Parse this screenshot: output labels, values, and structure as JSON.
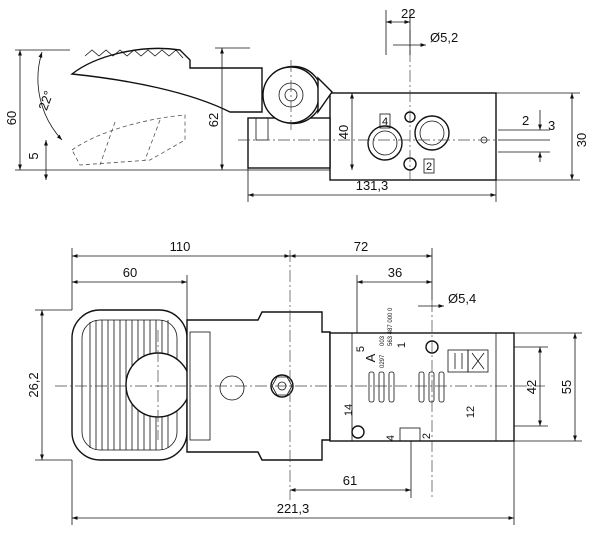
{
  "top_view": {
    "dims": {
      "width_22": "22",
      "hole_dia_52": "Ø5,2",
      "height_60": "60",
      "angle_22": "22°",
      "stroke_5": "5",
      "height_62": "62",
      "height_40": "40",
      "offset_2": "2",
      "offset_3": "3",
      "height_30": "30",
      "length_1313": "131,3"
    },
    "port_labels": [
      "4",
      "2"
    ]
  },
  "bottom_view": {
    "dims": {
      "width_110": "110",
      "width_72": "72",
      "width_60": "60",
      "width_36": "36",
      "hole_dia_54": "Ø5,4",
      "height_262": "26,2",
      "height_42": "42",
      "height_55": "55",
      "length_61": "61",
      "length_2213": "221,3"
    },
    "port_labels": [
      "5",
      "1",
      "14",
      "12",
      "4",
      "2"
    ],
    "valve_letter": "A",
    "product_codes": [
      "003",
      "0297",
      "563 487 000 0"
    ]
  }
}
